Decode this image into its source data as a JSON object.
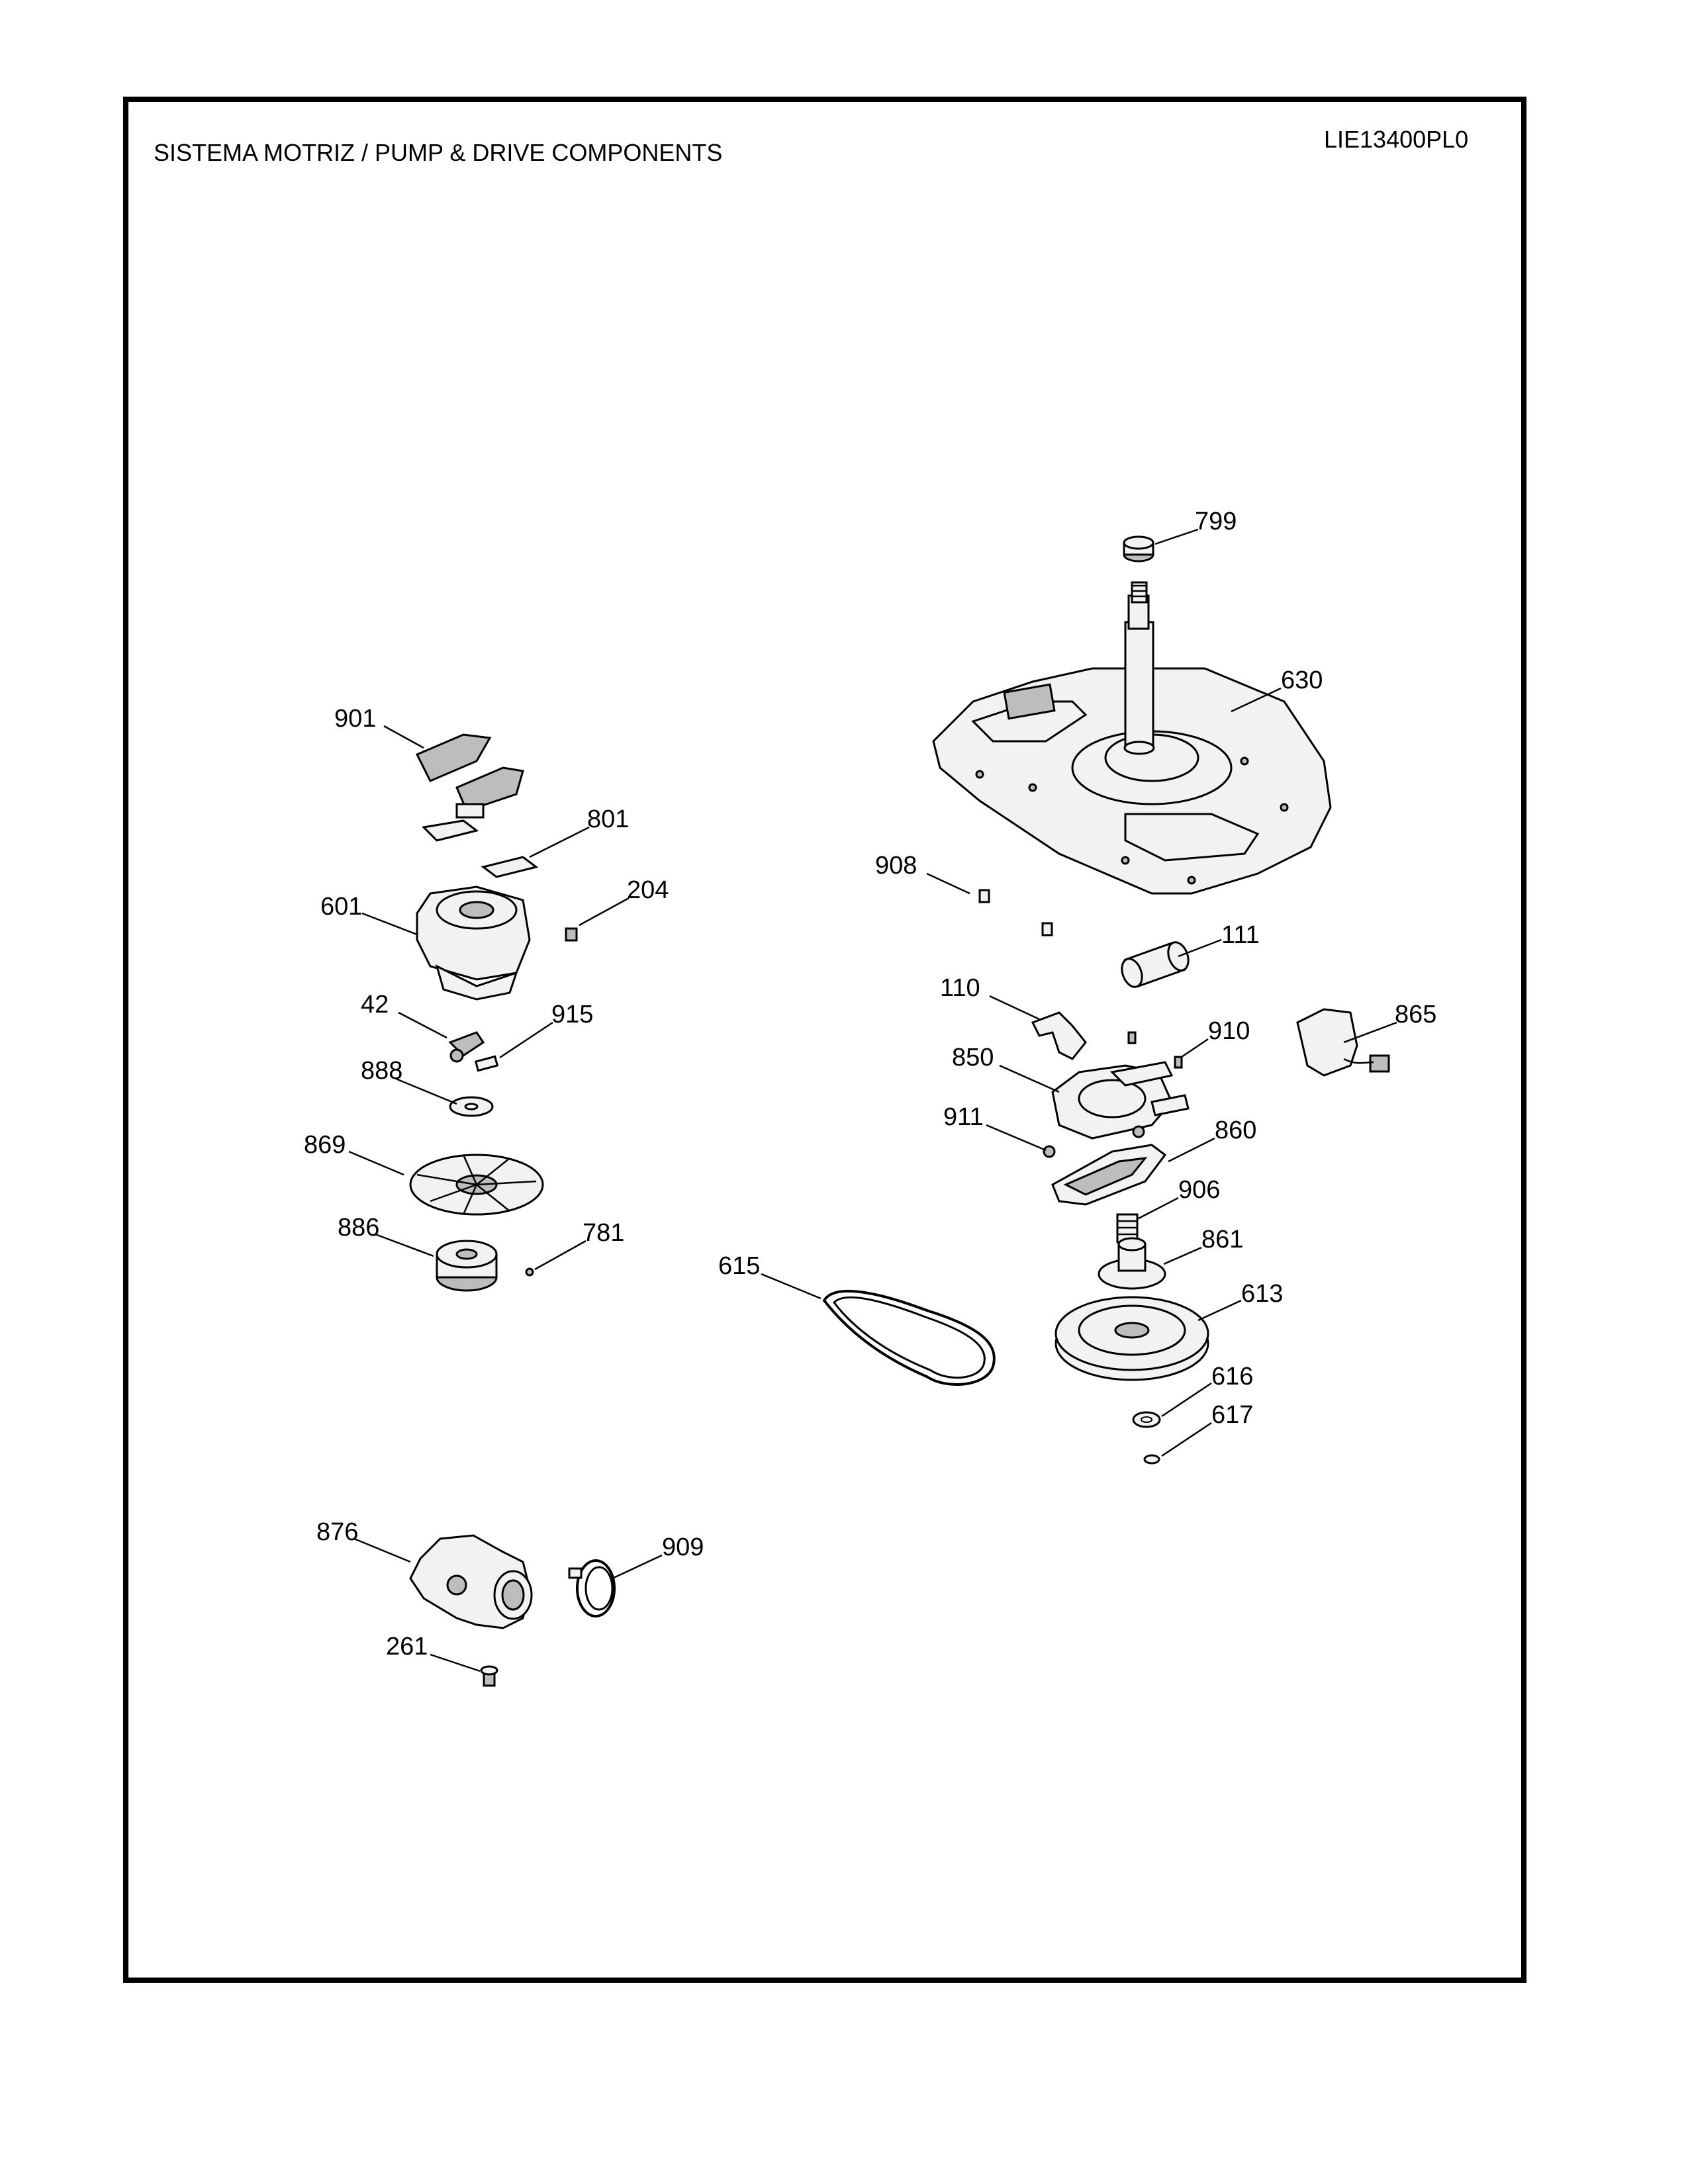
{
  "header": {
    "title": "SISTEMA MOTRIZ / PUMP  &  DRIVE COMPONENTS",
    "model": "LIE13400PL0"
  },
  "callouts": [
    "799",
    "630",
    "901",
    "801",
    "908",
    "204",
    "601",
    "111",
    "110",
    "865",
    "42",
    "915",
    "910",
    "850",
    "888",
    "911",
    "860",
    "869",
    "906",
    "781",
    "886",
    "861",
    "615",
    "613",
    "616",
    "617",
    "876",
    "909",
    "261"
  ]
}
